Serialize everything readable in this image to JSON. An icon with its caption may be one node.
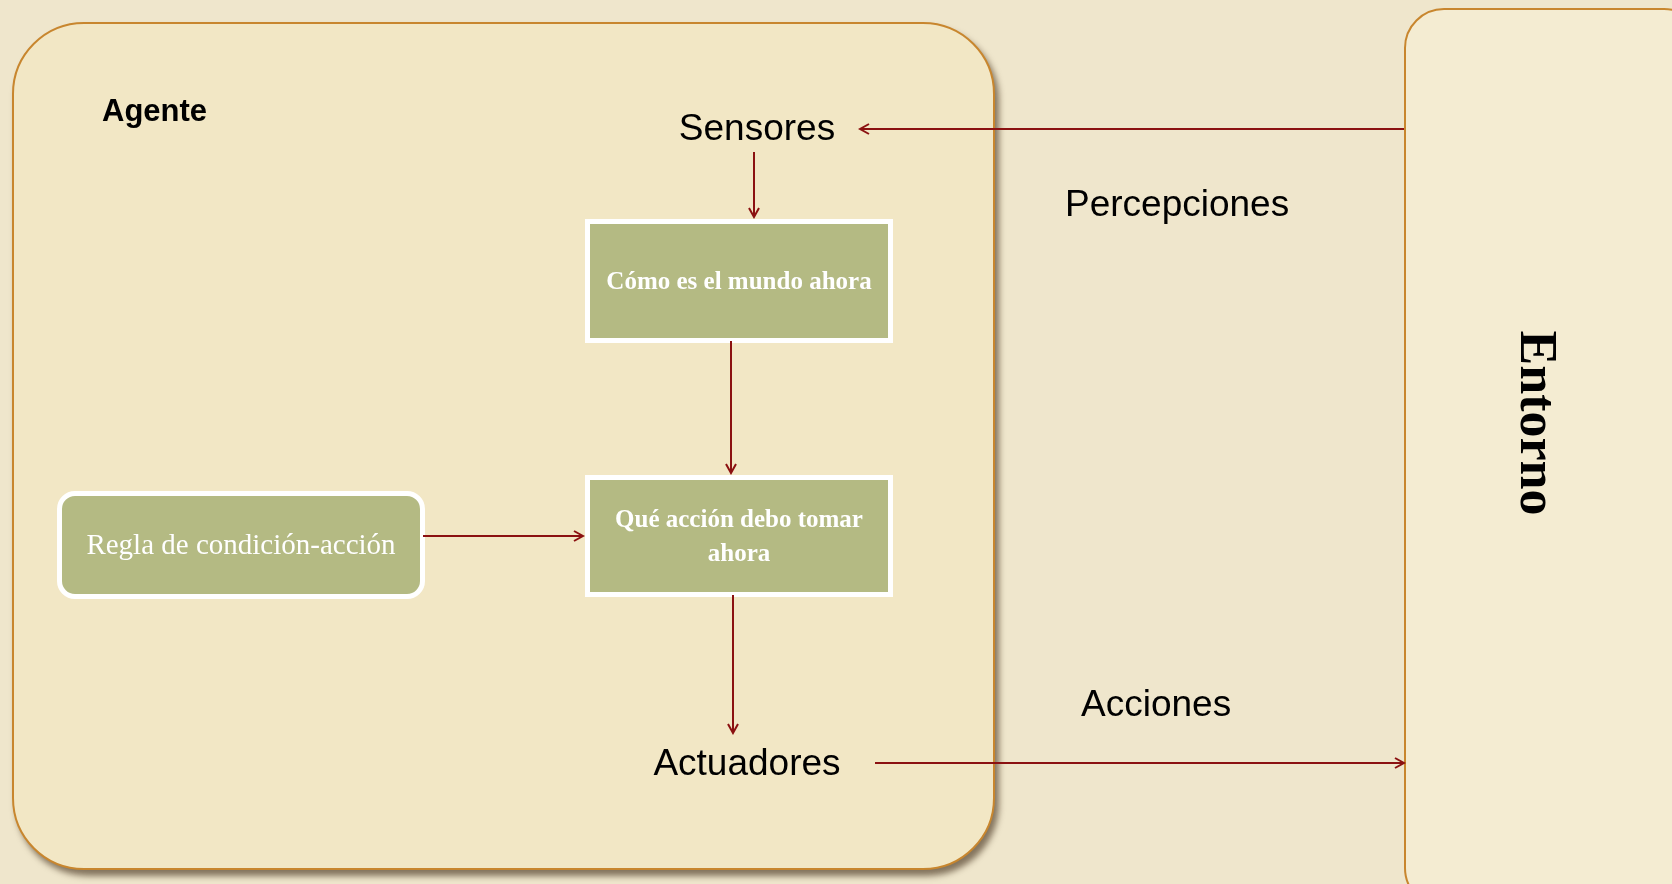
{
  "diagram": {
    "nodes": [
      {
        "text": [
          "Agente"
        ]
      },
      {
        "text": [
          "Sensores"
        ],
        "in": 0
      },
      {
        "text": [
          "Cómo es el mundo ahora"
        ],
        "in": 0
      },
      {
        "text": [
          "Qué acción debo tomar ahora"
        ],
        "in": 0
      },
      {
        "text": [
          "Regla de condición-acción"
        ],
        "in": 0
      },
      {
        "text": [
          "Actuadores"
        ],
        "in": 0
      },
      {
        "text": [
          "Entorno"
        ]
      }
    ],
    "edges": [
      {
        "from": 6,
        "to": 1,
        "arrow": "to",
        "label": "Percepciones"
      },
      {
        "from": 1,
        "to": 2,
        "arrow": "to"
      },
      {
        "from": 2,
        "to": 3,
        "arrow": "to"
      },
      {
        "from": 4,
        "to": 3,
        "arrow": "to"
      },
      {
        "from": 3,
        "to": 5,
        "arrow": "to"
      },
      {
        "from": 5,
        "to": 6,
        "arrow": "to",
        "label": "Acciones"
      }
    ]
  }
}
